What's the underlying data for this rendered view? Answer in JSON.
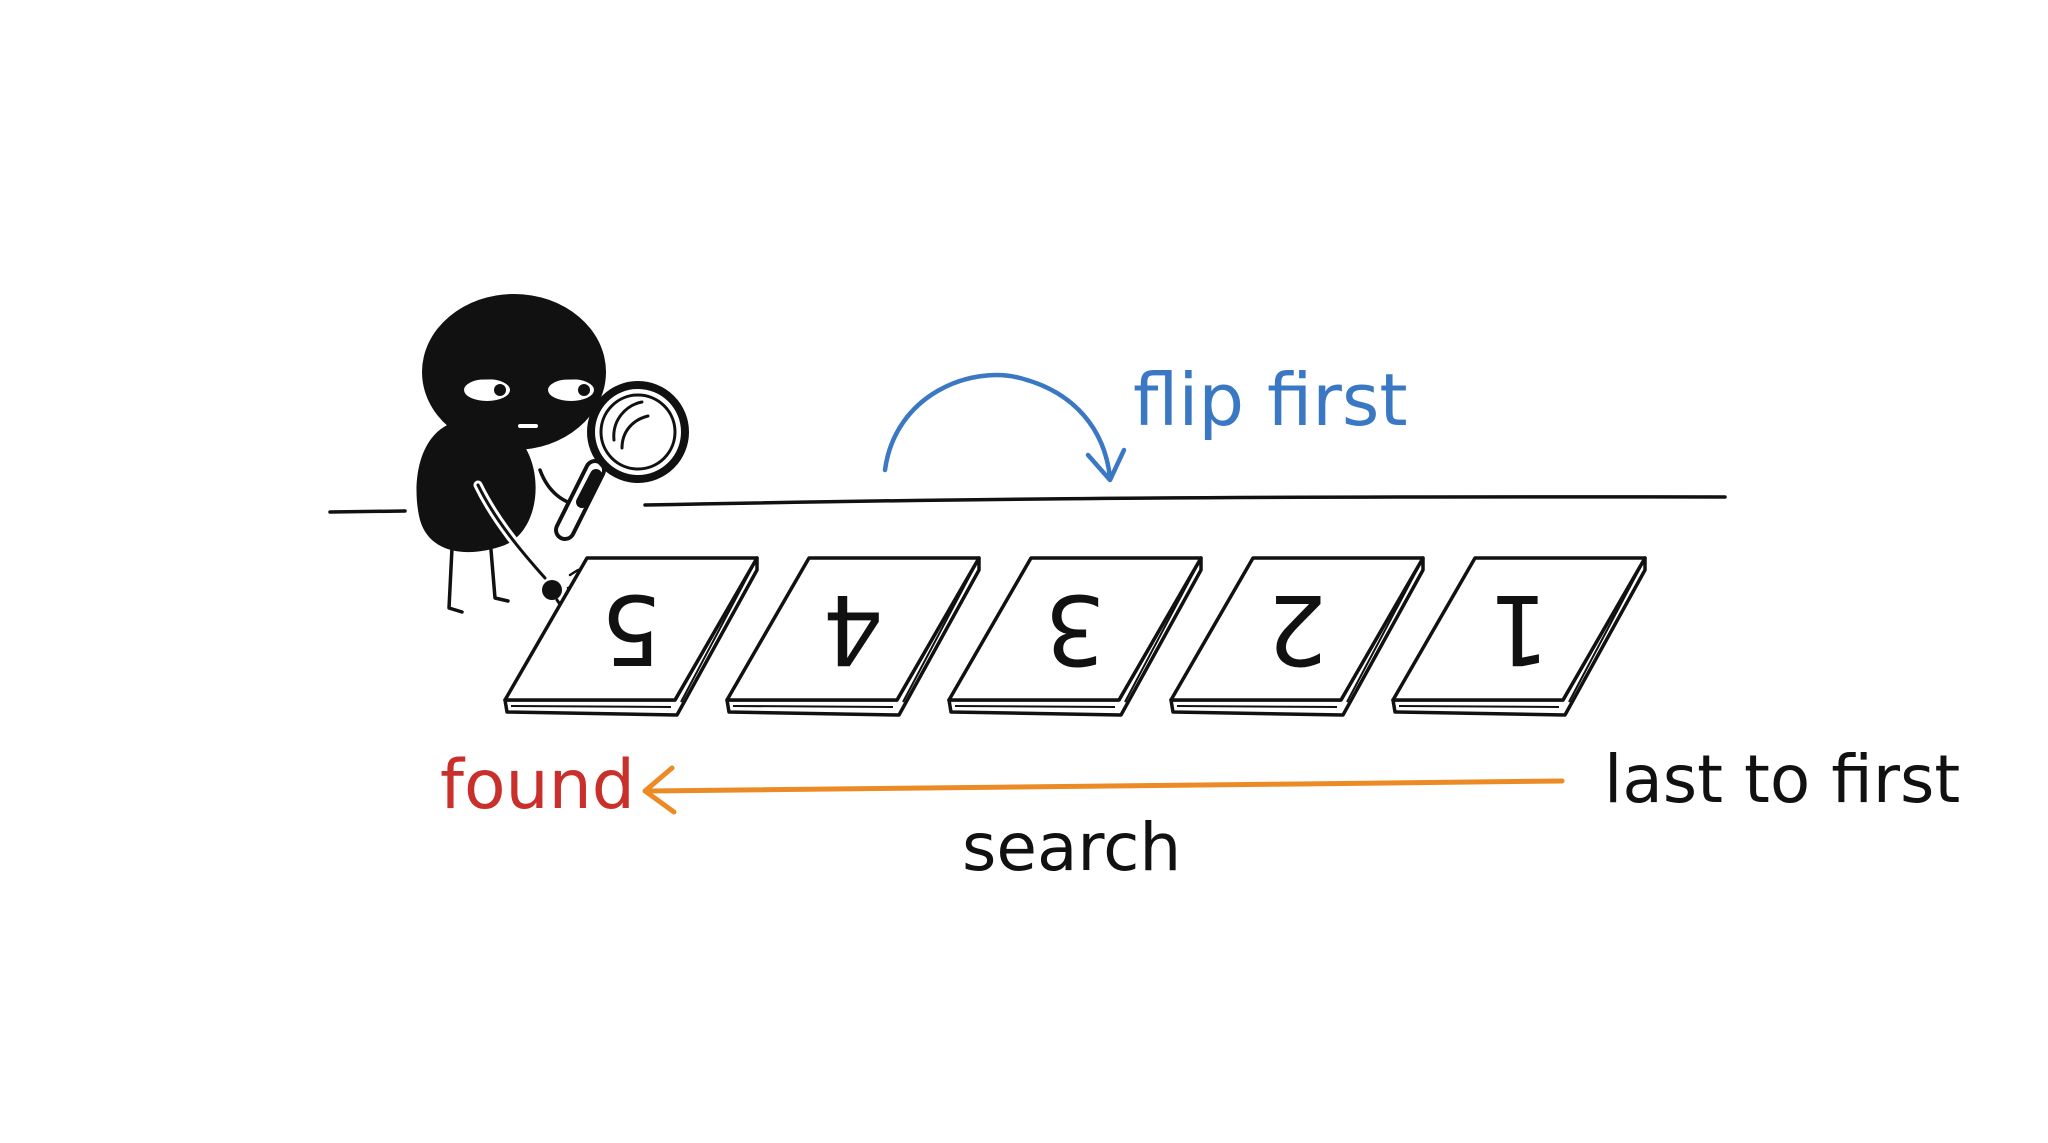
{
  "diagram": {
    "cards": [
      {
        "label": "5"
      },
      {
        "label": "4"
      },
      {
        "label": "3"
      },
      {
        "label": "2"
      },
      {
        "label": "1"
      }
    ],
    "flip_label": "flip first",
    "found_label": "found",
    "start_label": "last to first",
    "search_label": "search",
    "colors": {
      "ink": "#111111",
      "flip": "#3b78c4",
      "found": "#c9302c",
      "arrow": "#ec8a25"
    },
    "icons": [
      "character-figure",
      "magnifying-glass-icon"
    ]
  }
}
